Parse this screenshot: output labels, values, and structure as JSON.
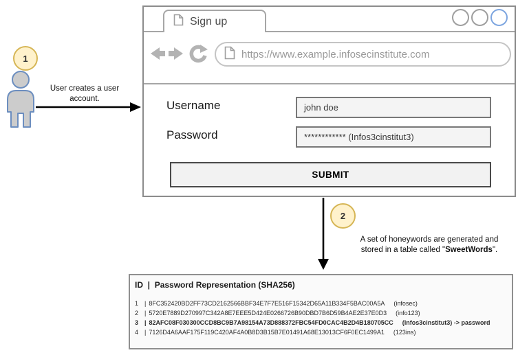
{
  "colors": {
    "accent_blue": "#7ea6e0",
    "step_circle_fill": "#fff2cc",
    "step_circle_stroke": "#d6b656",
    "actor_fill": "#cccccc",
    "actor_stroke": "#6c8ebf"
  },
  "browser": {
    "tab_label": "Sign up",
    "url": "https://www.example.infosecinstitute.com",
    "form": {
      "username_label": "Username",
      "username_value": "john doe",
      "password_label": "Password",
      "password_value": "************ (Infos3cinstitut3)",
      "submit_label": "SUBMIT"
    }
  },
  "step1": {
    "number": "1",
    "caption": [
      "User creates a user",
      "account."
    ]
  },
  "step2": {
    "number": "2",
    "caption_line1": "A set of honeywords are generated and",
    "caption_line2_prefix": "stored in a table called \"",
    "caption_line2_bold": "SweetWords",
    "caption_line2_suffix": "\"."
  },
  "sweetwords_table": {
    "header": "ID  |  Password Representation (SHA256)",
    "separator": "|",
    "rows": [
      {
        "id": "1",
        "hash": "8FC352420BD2FF73CD2162566BBF34E7F7E516F15342D65A11B334F5BAC00A5A",
        "note": "(infosec)",
        "bold": false
      },
      {
        "id": "2",
        "hash": "5720E7889D270997C342A8E7EEE5D424E0266726B90DBD7B6D59B4AE2E37E0D3",
        "note": "(info123)",
        "bold": false
      },
      {
        "id": "3",
        "hash": "82AFC08F030300CCD8BC9B7A98154A73D888372FBC54FD0CAC4B2D4B180705CC",
        "note": "(Infos3cinstitut3) -> password",
        "bold": true
      },
      {
        "id": "4",
        "hash": "7126D4A6AAF175F119C420AF4A0B8D3B15B7E01491A68E13013CF6F0EC1499A1",
        "note": "(123ins)",
        "bold": false
      }
    ]
  }
}
